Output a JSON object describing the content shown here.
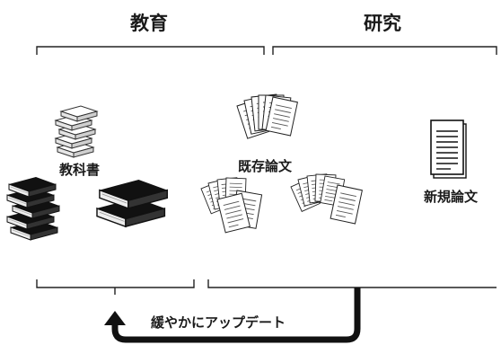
{
  "headers": {
    "education": "教育",
    "research": "研究"
  },
  "labels": {
    "textbooks": "教科書",
    "existing_papers": "既存論文",
    "new_papers": "新規論文"
  },
  "cycle": {
    "caption": "緩やかにアップデート"
  },
  "colors": {
    "ink": "#1a1a1a",
    "paper": "#ffffff",
    "book_cover": "#111111",
    "page_edge": "#dcdcdc"
  },
  "icons": [
    "book-stack-icon",
    "paper-pile-icon",
    "document-icon"
  ]
}
